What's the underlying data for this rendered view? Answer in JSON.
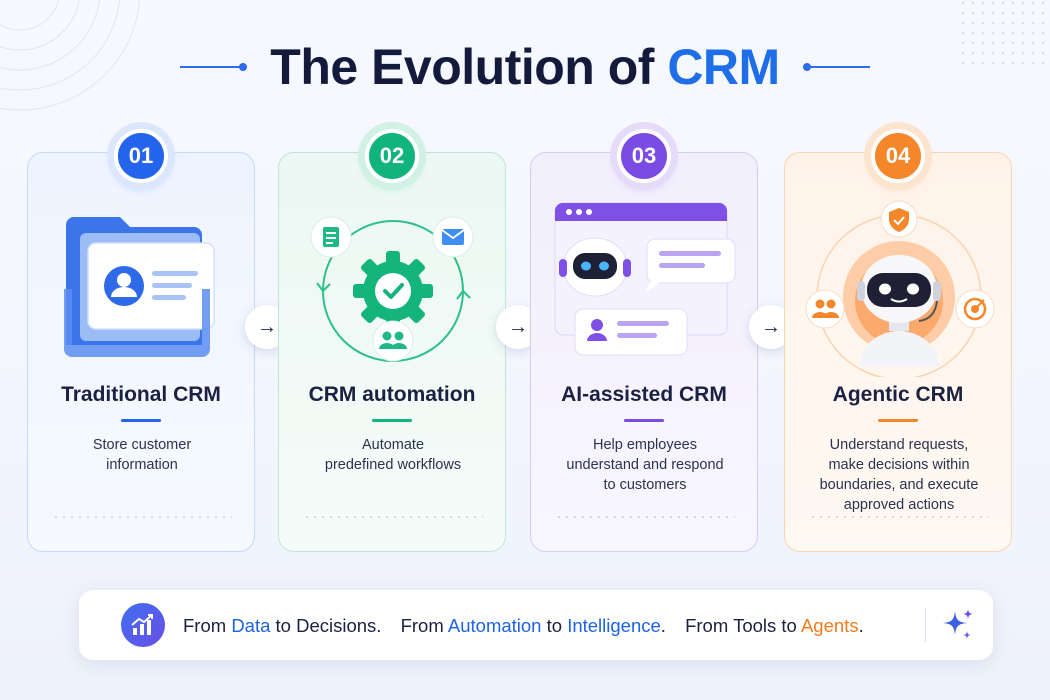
{
  "title": {
    "prefix": "The Evolution of",
    "accent": "CRM"
  },
  "stages": [
    {
      "number": "01",
      "title": "Traditional CRM",
      "desc": [
        "Store customer",
        "information"
      ],
      "color": "#2463eb"
    },
    {
      "number": "02",
      "title": "CRM automation",
      "desc": [
        "Automate",
        "predefined workflows"
      ],
      "color": "#10b47c"
    },
    {
      "number": "03",
      "title": "AI-assisted CRM",
      "desc": [
        "Help employees",
        "understand and respond",
        "to customers"
      ],
      "color": "#7a4ce4"
    },
    {
      "number": "04",
      "title": "Agentic CRM",
      "desc": [
        "Understand requests,",
        "make decisions within",
        "boundaries, and execute",
        "approved actions"
      ],
      "color": "#f6862a"
    }
  ],
  "connector_icon": "arrow-right-icon",
  "tagline": {
    "p1_from": "From",
    "p1_a": "Data",
    "p1_to": "to",
    "p1_b": "Decisions.",
    "p2_from": "From",
    "p2_a": "Automation",
    "p2_to": "to",
    "p2_b": "Intelligence",
    "p2_end": ".",
    "p3_from": "From",
    "p3_a": "Tools",
    "p3_to": "to",
    "p3_b": "Agents",
    "p3_end": "."
  },
  "icons": {
    "stage1": "contact-folder-icon",
    "stage2": "gear-check-cycle-icon",
    "stage3": "robot-chat-window-icon",
    "stage4": "robot-agent-icon",
    "bar_left": "growth-chart-icon",
    "bar_right": "sparkle-icon"
  }
}
